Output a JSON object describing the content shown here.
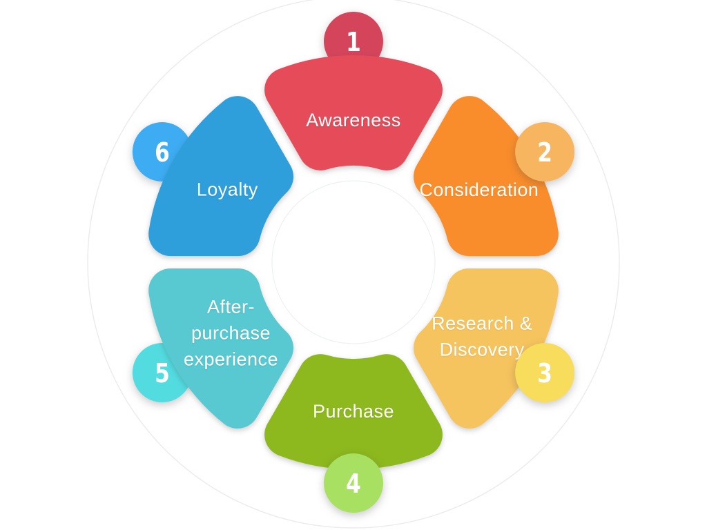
{
  "diagram": {
    "background_color": "#ffffff",
    "label_text_color": "#ffffff",
    "badge_text_color": "#ffffff",
    "steps": [
      {
        "number": "1",
        "label_lines": [
          "Awareness"
        ],
        "petal_color": "#E54B59",
        "badge_color": "#D4455C"
      },
      {
        "number": "2",
        "label_lines": [
          "Consideration"
        ],
        "petal_color": "#F98D2B",
        "badge_color": "#F8B55F"
      },
      {
        "number": "3",
        "label_lines": [
          "Research &",
          "Discovery"
        ],
        "petal_color": "#F6C45E",
        "badge_color": "#F8DC5C"
      },
      {
        "number": "4",
        "label_lines": [
          "Purchase"
        ],
        "petal_color": "#8DB81E",
        "badge_color": "#A8E162"
      },
      {
        "number": "5",
        "label_lines": [
          "After-",
          "purchase",
          "experience"
        ],
        "petal_color": "#58C8D1",
        "badge_color": "#52DCE0"
      },
      {
        "number": "6",
        "label_lines": [
          "Loyalty"
        ],
        "petal_color": "#2E9FDB",
        "badge_color": "#3DACF2"
      }
    ]
  }
}
